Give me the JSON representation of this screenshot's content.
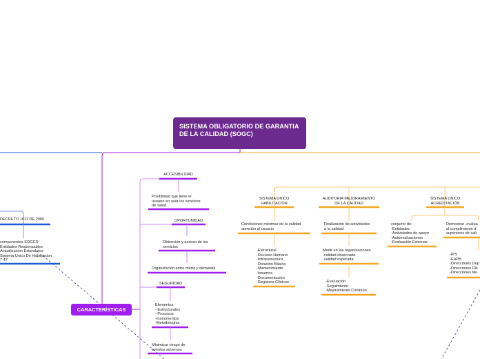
{
  "root": {
    "title": "SISTEMA OBLIGATORIO DE GARANTIA DE LA CALIDAD (SOGC)"
  },
  "caracteristicas": {
    "label": "CARACTERÍSTICAS",
    "accesibilidad": "ACCESIBILIDAD",
    "accesibilidad_desc": "Posibilidad que tiene el\nusuario en usar los servicios\nde salud",
    "oportunidad": "OPORTUNIDAD",
    "oportunidad_desc": "Obtención y acceso de los\nservicios",
    "organizacion": "Organización entre oferta y demanda",
    "seguridad": "SEGURIDAD",
    "seguridad_elementos": "Elementos:\n- Estructurales\n- Procesos\n-Instrumentos\n-Metodologías",
    "minimizar": "Minimizar riesgo de\neventos adversos"
  },
  "left": {
    "decreto": "DECRETO 1011 DE 2006",
    "componentes": "componentes SOGCS\nEntidades Responsables\nActualizacion Estandares\nSistema Unico De Habilitacion\n7 47"
  },
  "habilitacion": {
    "title": "SISTEMA UNICO\nHABILITACION",
    "condiciones": "Condiciones mínimas de la calidad\natención al usuario",
    "lista": "-Estructural\n-Recurso Humano\n-Infraestructura\n-Dotación Básica\n-Mantenimiento\n-Insumos\n-Documentación\n-Registros Clínicos"
  },
  "auditoria": {
    "title": "AUDITORIA MEJORAMIENTO\nDE LA CALIDAD",
    "realizacion": "Realización de actividades\na la calidad",
    "medir": "Medir en las organizaciones\n-calidad observada\n-calidad esperada",
    "evaluacion": "-Evaluación\n-Seguimiento\n-Mejoramiento Continuo"
  },
  "acreditacion": {
    "title": "SISTEMA UNICO\nACREDITACIÓN",
    "conjunto": "conjunto de:\n-Entidades\n-Actividades de apoyo\n-Autoevaluaciones\n-Evaluación Externas",
    "demostrar": "Demostrar ,evalua\nel cumplimiento d\nsuperiores de cali",
    "entidades": "-IPS\n-EAPB\n-Direcciones Dep\n-Direcciones Dis\n-Direcciones Mu"
  },
  "colors": {
    "root": "#6c2a8f",
    "purple": "#a11ef0",
    "orange": "#f5a623",
    "blue": "#1e5bd6"
  }
}
